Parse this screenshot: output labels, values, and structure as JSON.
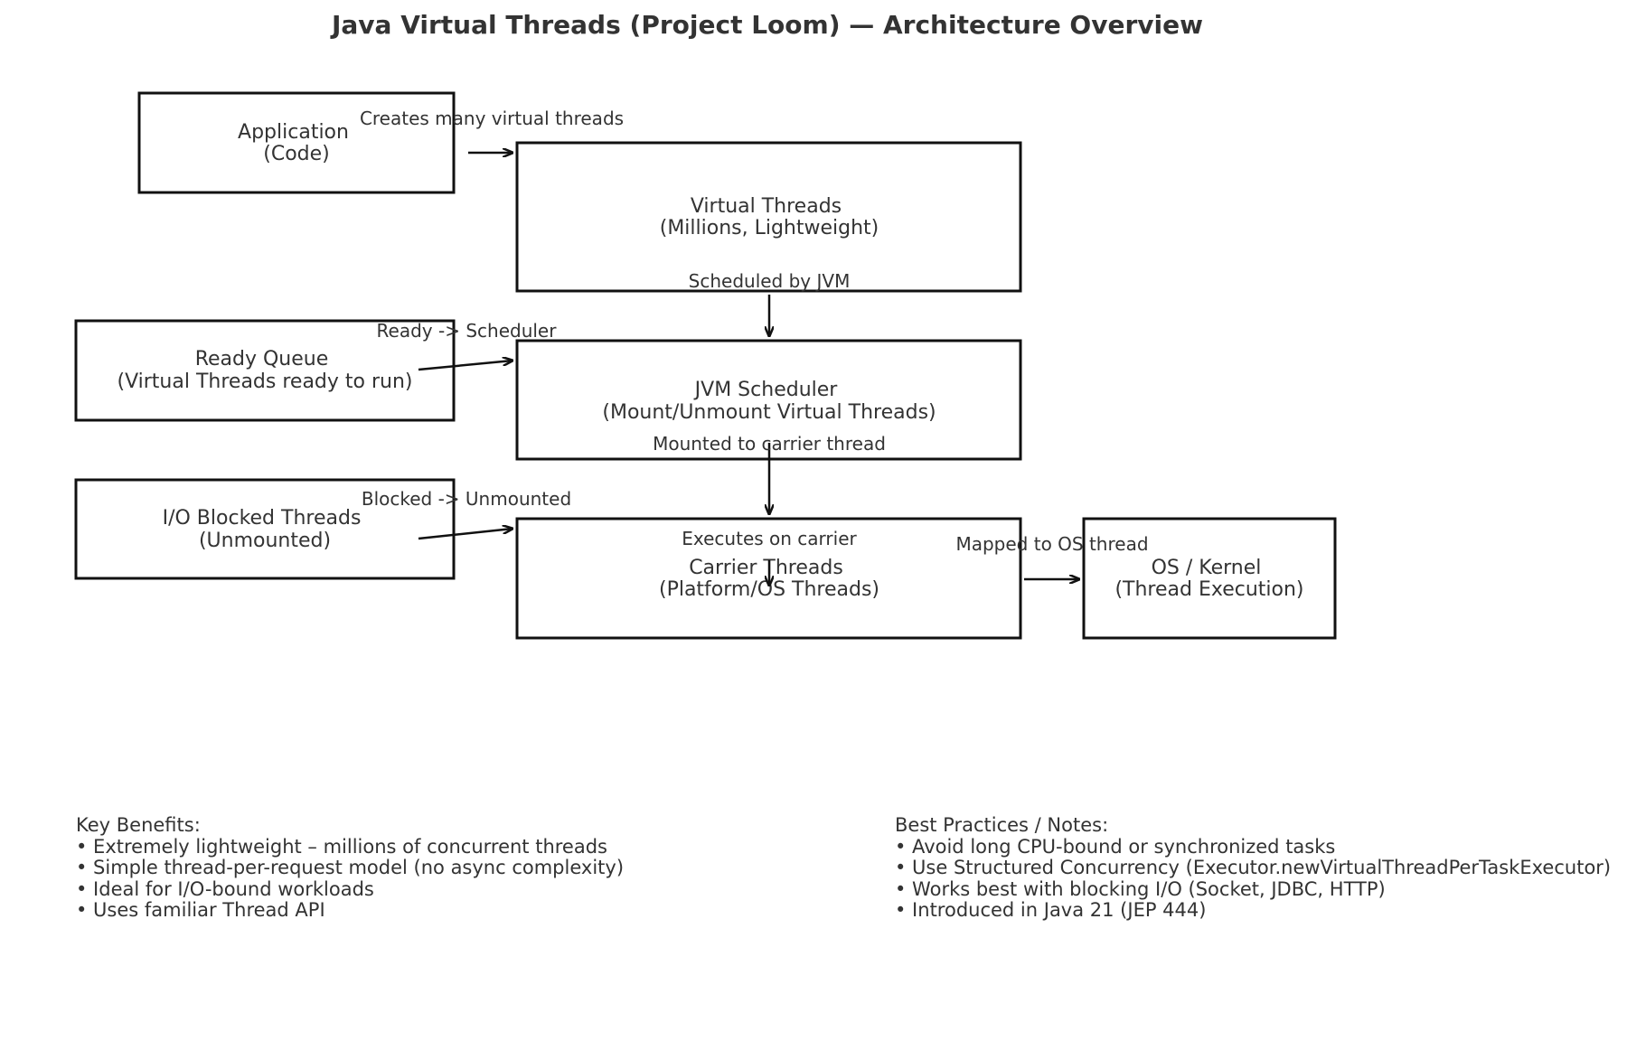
{
  "title": "Java Virtual Threads (Project Loom) — Architecture Overview",
  "nodes": {
    "application": {
      "line1": "Application",
      "line2": "(Code)"
    },
    "virtual_threads": {
      "line1": "Virtual Threads",
      "line2": "(Millions, Lightweight)"
    },
    "ready_queue": {
      "line1": "Ready Queue",
      "line2": "(Virtual Threads ready to run)"
    },
    "jvm_scheduler": {
      "line1": "JVM Scheduler",
      "line2": "(Mount/Unmount Virtual Threads)"
    },
    "io_blocked": {
      "line1": "I/O Blocked Threads",
      "line2": "(Unmounted)"
    },
    "carrier_threads": {
      "line1": "Carrier Threads",
      "line2": "(Platform/OS Threads)"
    },
    "os_kernel": {
      "line1": "OS / Kernel",
      "line2": "(Thread Execution)"
    }
  },
  "edges": {
    "app_to_vt": "Creates many virtual threads",
    "vt_to_sched": "Scheduled by JVM",
    "ready_to_sched": "Ready -> Scheduler",
    "sched_to_carrier": "Mounted to carrier thread",
    "blocked_to_carrier": "Blocked -> Unmounted",
    "carrier_exec": "Executes on carrier",
    "carrier_to_os": "Mapped to OS thread"
  },
  "notes": {
    "benefits": {
      "heading": "Key Benefits:",
      "items": [
        "• Extremely lightweight – millions of concurrent threads",
        "• Simple thread-per-request model (no async complexity)",
        "• Ideal for I/O-bound workloads",
        "• Uses familiar Thread API"
      ]
    },
    "practices": {
      "heading": "Best Practices / Notes:",
      "items": [
        "• Avoid long CPU-bound or synchronized tasks",
        "• Use Structured Concurrency (Executor.newVirtualThreadPerTaskExecutor)",
        "• Works best with blocking I/O (Socket, JDBC, HTTP)",
        "• Introduced in Java 21 (JEP 444)"
      ]
    }
  }
}
